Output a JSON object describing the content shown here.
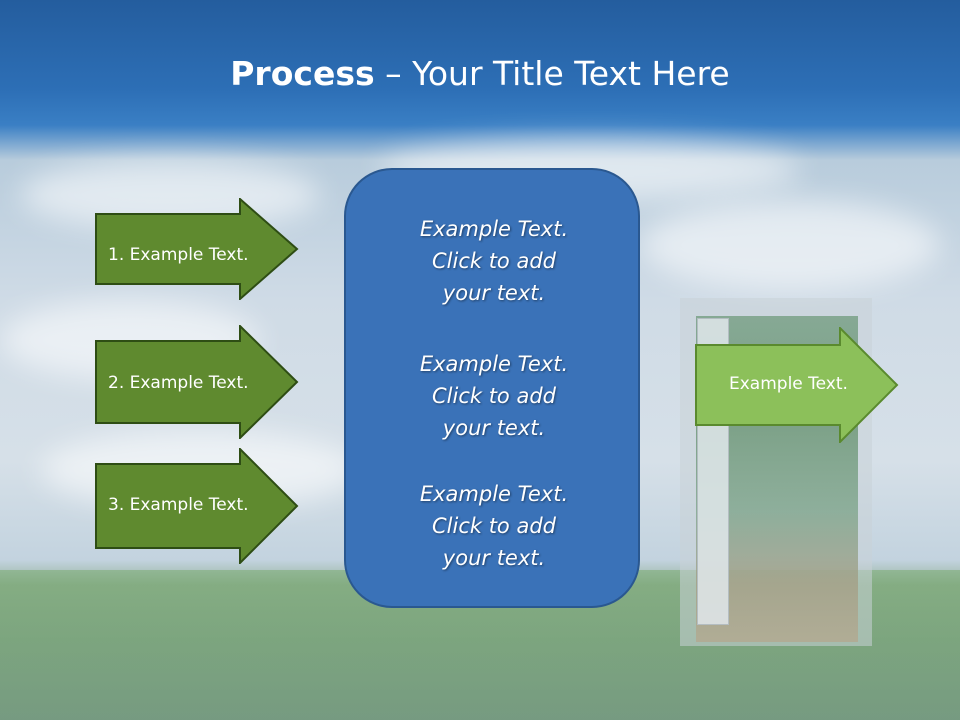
{
  "slide": {
    "title_bold": "Process",
    "title_rest": " – Your Title Text Here"
  },
  "left_arrows": [
    {
      "label": "1. Example Text."
    },
    {
      "label": "2. Example Text."
    },
    {
      "label": "3. Example Text."
    }
  ],
  "center_box": {
    "blocks": [
      {
        "lines": [
          "Example Text.",
          "Click  to add",
          "your text."
        ]
      },
      {
        "lines": [
          "Example Text.",
          "Click  to add",
          "your text."
        ]
      },
      {
        "lines": [
          "Example Text.",
          "Click  to add",
          "your text."
        ]
      }
    ]
  },
  "right_arrow": {
    "label": "Example Text."
  },
  "colors": {
    "left_arrow_fill": "#5f8a2f",
    "left_arrow_stroke": "#2e4d14",
    "right_arrow_fill": "#8cc05a",
    "right_arrow_stroke": "#5a8a2e",
    "center_fill": "#3a72b8",
    "center_stroke": "#2a5890"
  },
  "images": {
    "background": "sky-grass-landscape",
    "door": "open-door-forest-path"
  }
}
